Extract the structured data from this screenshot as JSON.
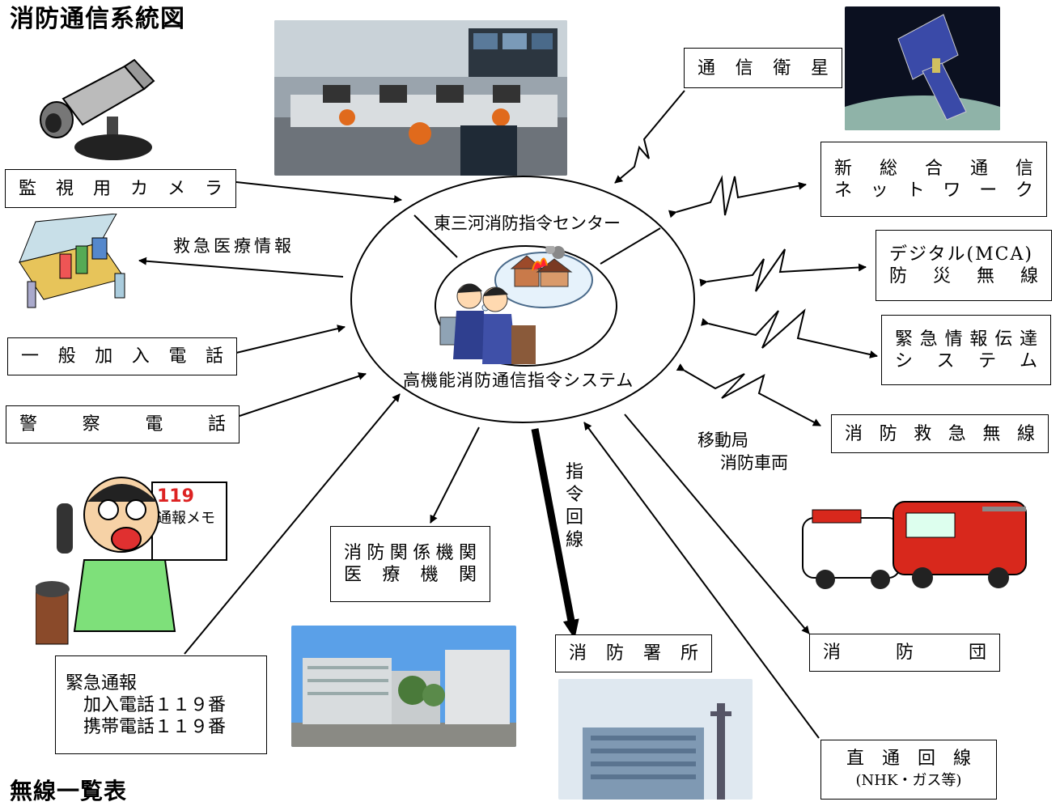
{
  "title": "消防通信系統図",
  "footer_title": "無線一覧表",
  "center": {
    "top_label": "東三河消防指令センター",
    "bottom_label": "高機能消防通信指令システム"
  },
  "boxes": {
    "camera": [
      "監視用カメラ"
    ],
    "general_phone": [
      "一般加入電話"
    ],
    "police_phone": [
      "警察電話"
    ],
    "satellite": [
      "通信衛星"
    ],
    "new_network": [
      "新総合通信",
      "ネットワーク"
    ],
    "digital_radio": [
      "デジタル(MCA)",
      "防災無線"
    ],
    "emergency_info": [
      "緊急情報伝達",
      "システム"
    ],
    "fire_radio": [
      "消防救急無線"
    ],
    "related_orgs": [
      "消防関係機関",
      "医療機関"
    ],
    "fire_station": [
      "消防署所"
    ],
    "fire_brigade": [
      "消防団"
    ],
    "direct_line": [
      "直通回線",
      "(NHK・ガス等)"
    ],
    "emergency_call": [
      "緊急通報",
      "加入電話１１９番",
      "携帯電話１１９番"
    ]
  },
  "labels": {
    "medical_info": "救急医療情報",
    "command_line": "指令回線",
    "mobile_station_1": "移動局",
    "mobile_station_2": "消防車両"
  },
  "colors": {
    "line": "#000000",
    "fire_truck": "#d8281c",
    "uniform": "#e06a1c"
  }
}
